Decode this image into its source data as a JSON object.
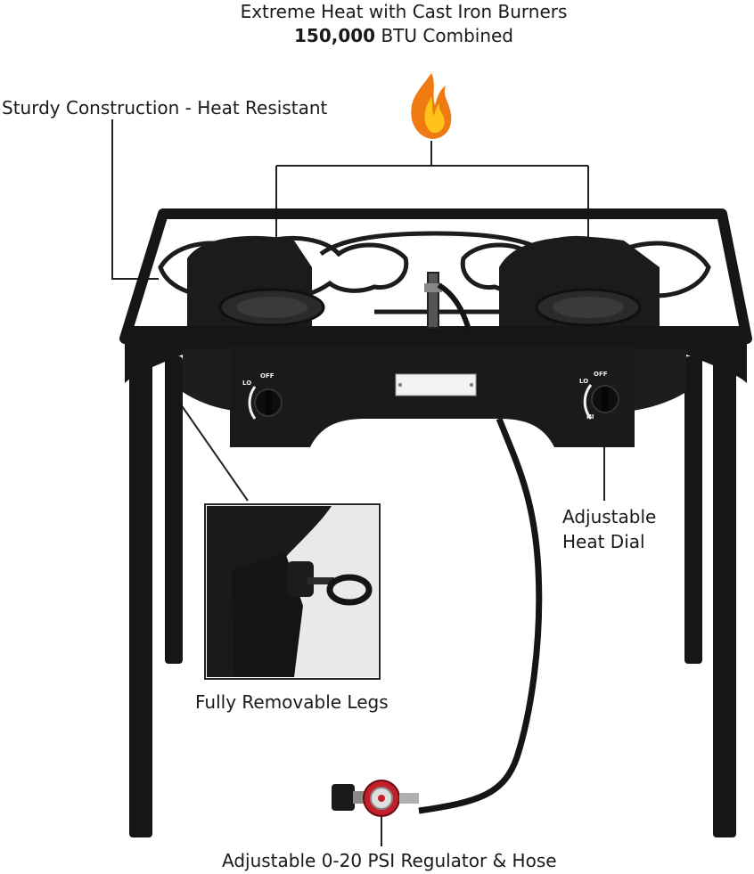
{
  "callouts": {
    "heat_title": "Extreme Heat with Cast Iron Burners",
    "heat_btu_value": "150,000",
    "heat_btu_suffix": " BTU Combined",
    "sturdy": "Sturdy Construction - Heat Resistant",
    "dial_line1": "Adjustable",
    "dial_line2": "Heat Dial",
    "legs": "Fully Removable Legs",
    "regulator": "Adjustable 0-20 PSI Regulator & Hose"
  },
  "knob_markings": {
    "lo": "LO",
    "off": "OFF",
    "hi": "HI"
  },
  "icons": {
    "flame": "flame-icon"
  },
  "colors": {
    "stove_black": "#151515",
    "flame_orange": "#f07a12",
    "flame_yellow": "#ffc21a",
    "regulator_red": "#c21f2a",
    "text": "#1a1a1a"
  }
}
